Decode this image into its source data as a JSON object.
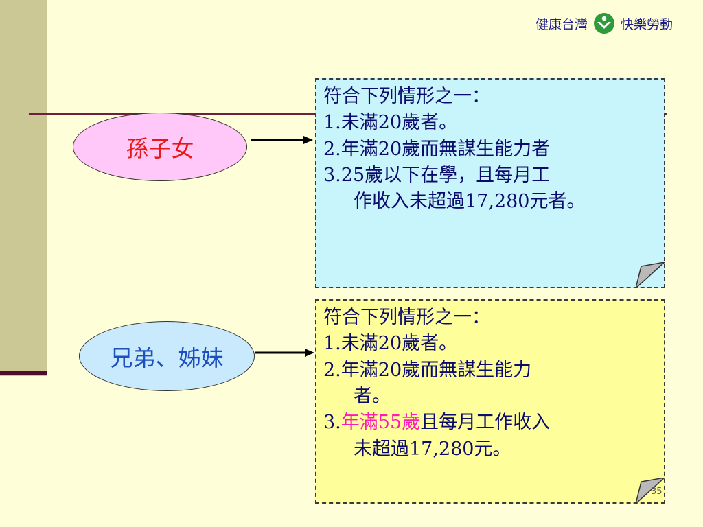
{
  "header": {
    "left_text": "健康台灣",
    "right_text": "快樂勞動"
  },
  "grandchildren": {
    "label": "孫子女",
    "note": {
      "title": "符合下列情形之一：",
      "items": [
        "1.未滿20歲者。",
        "2.年滿20歲而無謀生能力者",
        "3.25歲以下在學，且每月工"
      ],
      "item3_cont": "作收入未超過17,280元者。"
    }
  },
  "siblings": {
    "label": "兄弟、姊妹",
    "note": {
      "title": "符合下列情形之一：",
      "item1": "1.未滿20歲者。",
      "item2": "2.年滿20歲而無謀生能力",
      "item2_cont": "者。",
      "item3_prefix": "3.",
      "item3_highlight": "年滿55歲",
      "item3_rest": "且每月工作收入",
      "item3_cont": "未超過17,280元。"
    }
  },
  "page_number": "35",
  "colors": {
    "header_text": "#1b1b8a",
    "logo_green": "#2e9a3a",
    "highlight": "#ff1ab4"
  }
}
